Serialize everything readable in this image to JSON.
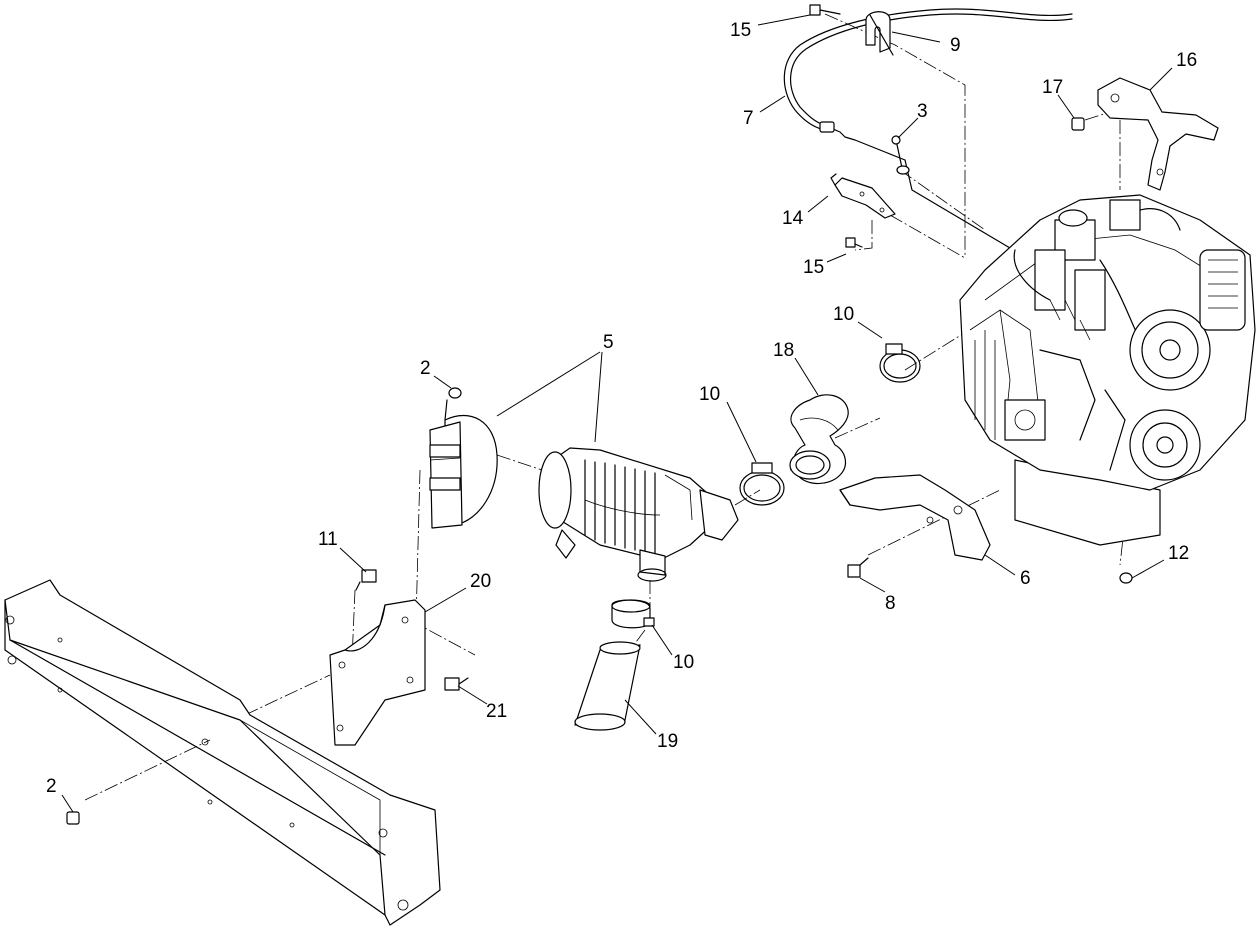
{
  "callouts": [
    {
      "id": "c15a",
      "label": "15"
    },
    {
      "id": "c9",
      "label": "9"
    },
    {
      "id": "c16",
      "label": "16"
    },
    {
      "id": "c17",
      "label": "17"
    },
    {
      "id": "c7",
      "label": "7"
    },
    {
      "id": "c3",
      "label": "3"
    },
    {
      "id": "c14",
      "label": "14"
    },
    {
      "id": "c15b",
      "label": "15"
    },
    {
      "id": "c10a",
      "label": "10"
    },
    {
      "id": "c18",
      "label": "18"
    },
    {
      "id": "c5",
      "label": "5"
    },
    {
      "id": "c2a",
      "label": "2"
    },
    {
      "id": "c10b",
      "label": "10"
    },
    {
      "id": "c11",
      "label": "11"
    },
    {
      "id": "c20",
      "label": "20"
    },
    {
      "id": "c12",
      "label": "12"
    },
    {
      "id": "c6",
      "label": "6"
    },
    {
      "id": "c8",
      "label": "8"
    },
    {
      "id": "c10c",
      "label": "10"
    },
    {
      "id": "c21",
      "label": "21"
    },
    {
      "id": "c19",
      "label": "19"
    },
    {
      "id": "c2b",
      "label": "2"
    }
  ]
}
